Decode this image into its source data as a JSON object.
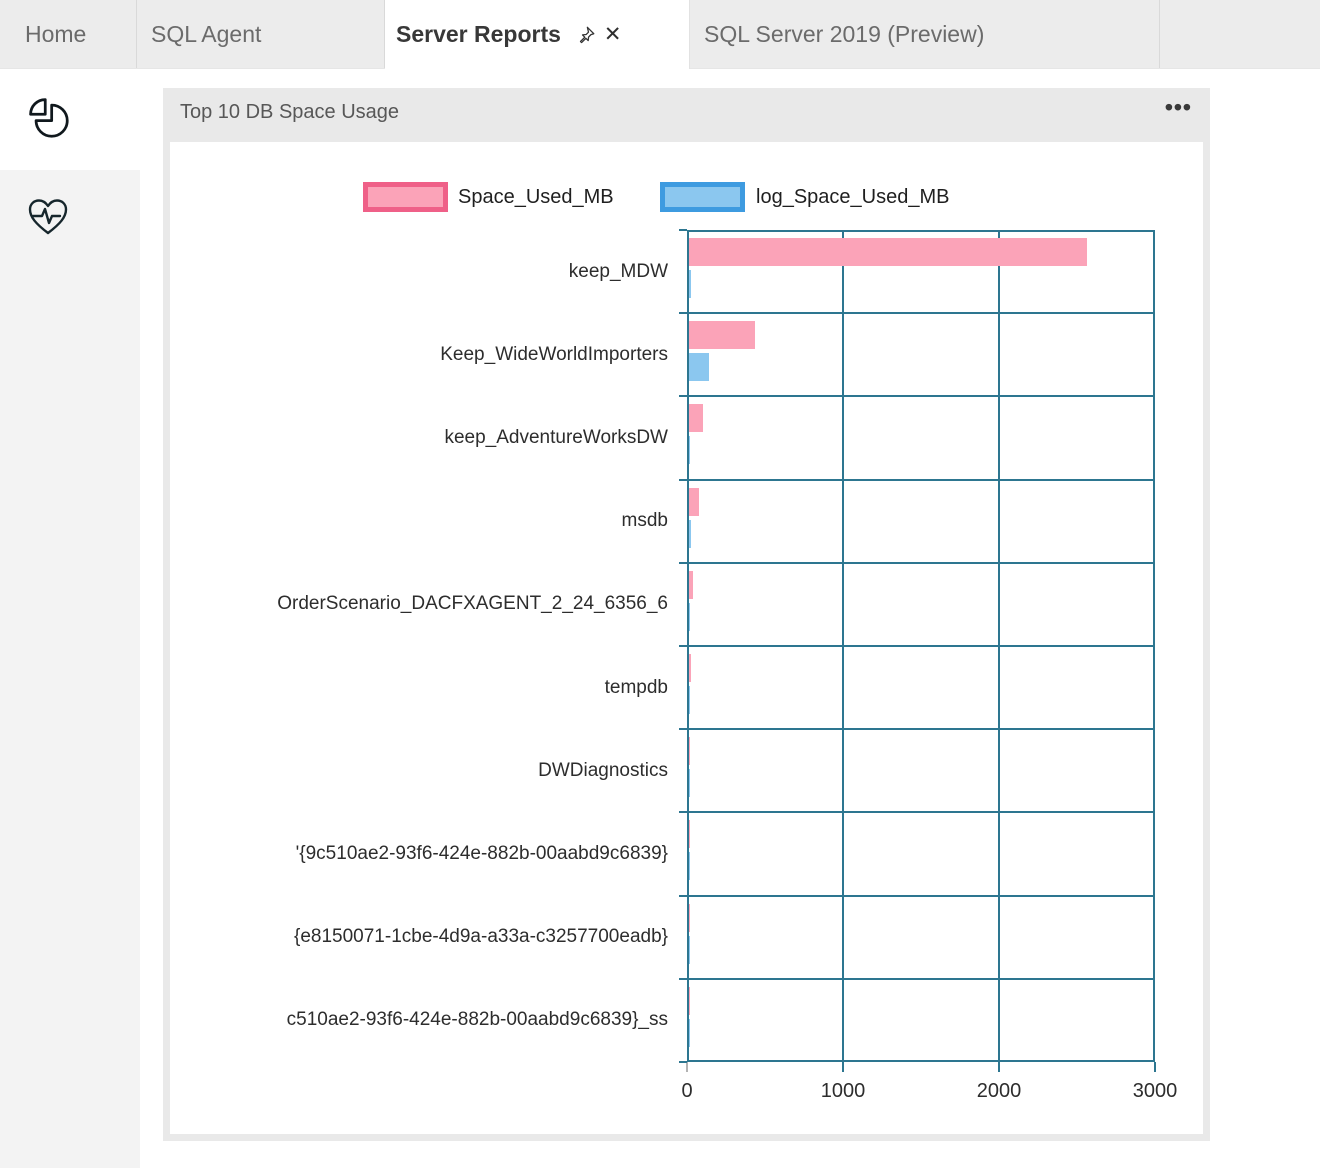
{
  "tab_bar": {
    "tabs": [
      {
        "label": "Home",
        "active": false
      },
      {
        "label": "SQL Agent",
        "active": false
      },
      {
        "label": "Server Reports",
        "active": true
      },
      {
        "label": "SQL Server 2019 (Preview)",
        "active": false
      }
    ]
  },
  "icons": {
    "close": "✕",
    "ellipsis": "•••",
    "pin": "pin-icon",
    "sidebar_insights": "pie-chart-icon",
    "sidebar_health": "heart-pulse-icon"
  },
  "sidebar": {
    "items": [
      {
        "icon": "pie-chart-icon",
        "active": true
      },
      {
        "icon": "heart-pulse-icon",
        "active": false
      }
    ]
  },
  "widget": {
    "title": "Top 10 DB Space Usage"
  },
  "chart_data": {
    "type": "bar",
    "orientation": "horizontal",
    "title": "Top 10 DB Space Usage",
    "categories": [
      "keep_MDW",
      "Keep_WideWorldImporters",
      "keep_AdventureWorksDW",
      "msdb",
      "OrderScenario_DACFXAGENT_2_24_6356_6",
      "tempdb",
      "DWDiagnostics",
      "'{9c510ae2-93f6-424e-882b-00aabd9c6839}",
      "{e8150071-1cbe-4d9a-a33a-c3257700eadb}",
      "c510ae2-93f6-424e-882b-00aabd9c6839}_ss"
    ],
    "series": [
      {
        "name": "Space_Used_MB",
        "fill": "#fba3b8",
        "border": "#ef6088",
        "values": [
          2550,
          420,
          90,
          65,
          25,
          12,
          8,
          2,
          2,
          2
        ]
      },
      {
        "name": "log_Space_Used_MB",
        "fill": "#8bc7ef",
        "border": "#3e9be0",
        "values": [
          15,
          130,
          5,
          15,
          5,
          4,
          3,
          1,
          1,
          1
        ]
      }
    ],
    "xlabel": "",
    "ylabel": "",
    "xlim": [
      0,
      3000
    ],
    "xticks": [
      0,
      1000,
      2000,
      3000
    ],
    "grid": true,
    "legend_position": "top",
    "axis_color": "#2d7690"
  }
}
